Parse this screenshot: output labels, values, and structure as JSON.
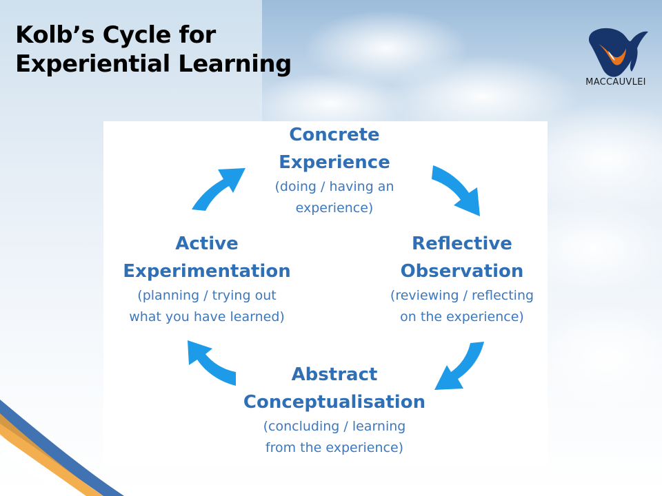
{
  "slide": {
    "title_line1": "Kolb’s Cycle for",
    "title_line2": "Experiential Learning",
    "logo_text": "MACCAUVLEI"
  },
  "diagram": {
    "stages": {
      "top": {
        "name_line1": "Concrete",
        "name_line2": "Experience",
        "desc_line1": "(doing / having an",
        "desc_line2": "experience)"
      },
      "right": {
        "name_line1": "Reflective",
        "name_line2": "Observation",
        "desc_line1": "(reviewing / reflecting",
        "desc_line2": "on the experience)"
      },
      "bottom": {
        "name_line1": "Abstract",
        "name_line2": "Conceptualisation",
        "desc_line1": "(concluding / learning",
        "desc_line2": "from the experience)"
      },
      "left": {
        "name_line1": "Active",
        "name_line2": "Experimentation",
        "desc_line1": "(planning / trying out",
        "desc_line2": "what you have learned)"
      }
    },
    "colors": {
      "arrow": "#1e9be8",
      "stage_text": "#2f6fb6",
      "logo_orange": "#e8731e",
      "logo_navy": "#17346b"
    }
  }
}
